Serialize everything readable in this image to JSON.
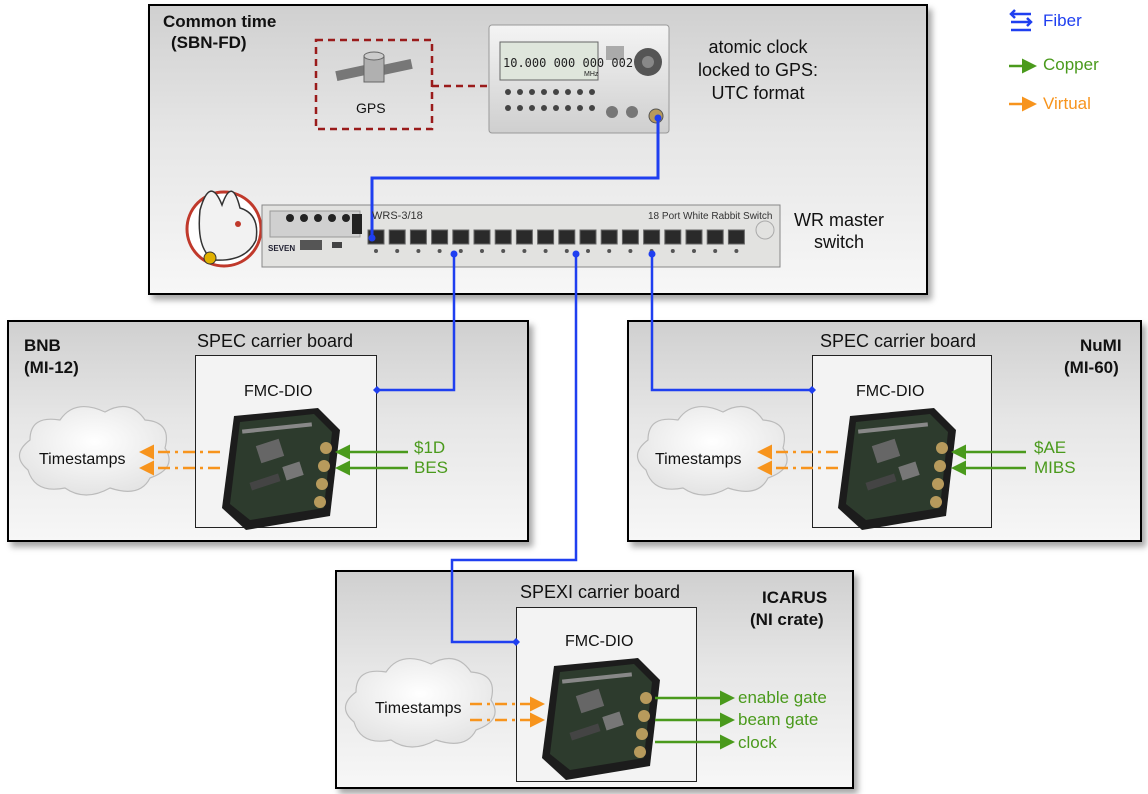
{
  "legend": {
    "fiber": "Fiber",
    "copper": "Copper",
    "virtual": "Virtual"
  },
  "colors": {
    "fiber": "#1f3ff0",
    "copper": "#4a9a1c",
    "virtual": "#f7941d"
  },
  "top": {
    "title_line1": "Common time",
    "title_line2": "(SBN-FD)",
    "gps_label": "GPS",
    "clock_caption": [
      "atomic clock",
      "locked to GPS:",
      "UTC format"
    ],
    "clock_display": "10.000 000 000 002",
    "clock_unit": "MHz",
    "switch_model": "WRS-3/18",
    "switch_name": "18 Port White Rabbit Switch",
    "switch_brand": "SEVEN",
    "switch_caption": [
      "WR master",
      "switch"
    ]
  },
  "bnb": {
    "title_line1": "BNB",
    "title_line2": "(MI-12)",
    "carrier": "SPEC carrier board",
    "module": "FMC-DIO",
    "cloud": "Timestamps",
    "inputs": [
      "$1D",
      "BES"
    ]
  },
  "numi": {
    "title_line1": "NuMI",
    "title_line2": "(MI-60)",
    "carrier": "SPEC carrier board",
    "module": "FMC-DIO",
    "cloud": "Timestamps",
    "inputs": [
      "$AE",
      "MIBS"
    ]
  },
  "icarus": {
    "title_line1": "ICARUS",
    "title_line2": "(NI crate)",
    "carrier": "SPEXI carrier board",
    "module": "FMC-DIO",
    "cloud": "Timestamps",
    "outputs": [
      "enable gate",
      "beam gate",
      "clock"
    ]
  }
}
